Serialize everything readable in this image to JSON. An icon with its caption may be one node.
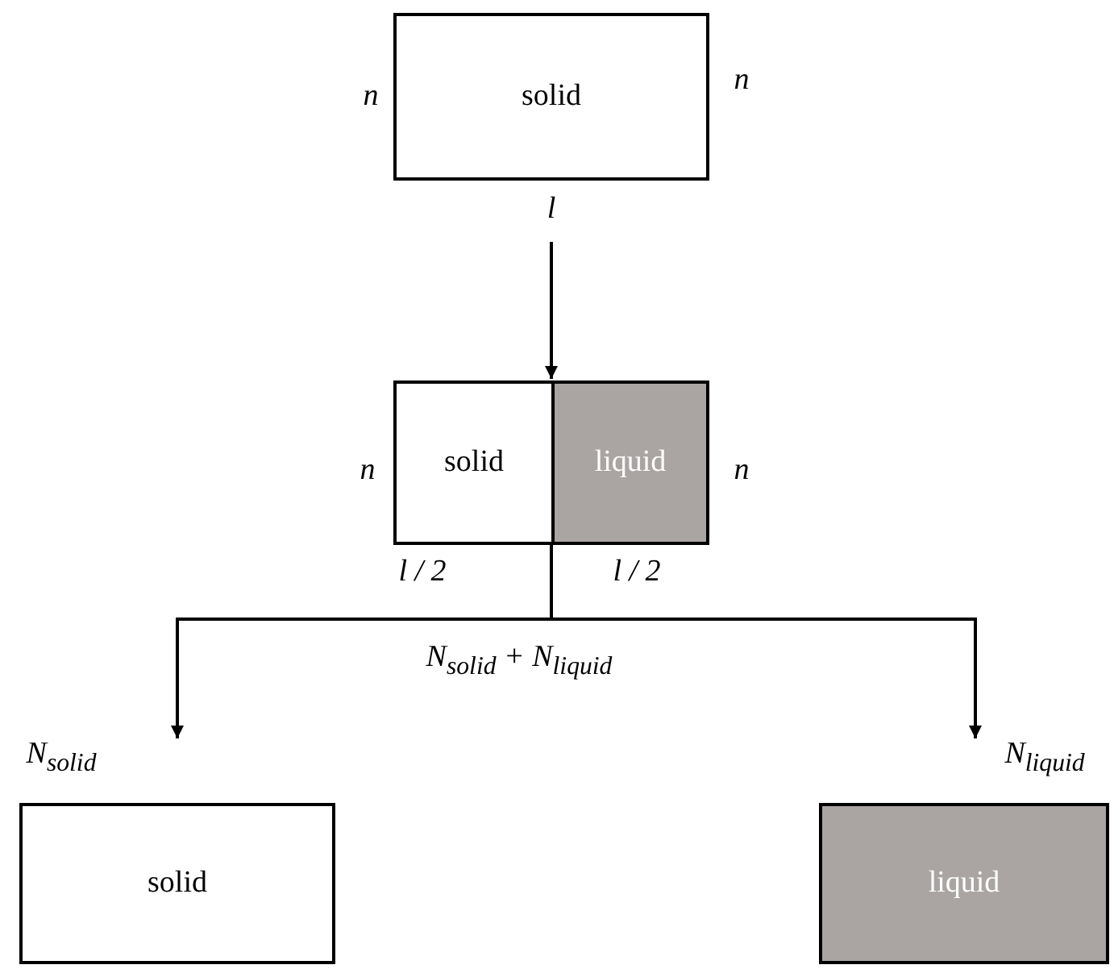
{
  "diagram": {
    "nodes": [
      {
        "text": [
          "solid"
        ],
        "beside": [
          "n",
          "n",
          "l"
        ]
      },
      {
        "text": [],
        "shape": "box",
        "beside": [
          "n",
          "n"
        ]
      },
      {
        "text": [
          "solid"
        ],
        "in": 1,
        "beside": [
          "l / 2"
        ]
      },
      {
        "text": [
          "liquid"
        ],
        "in": 1,
        "beside": [
          "l / 2"
        ]
      },
      {
        "text": [
          "solid"
        ]
      },
      {
        "text": [
          "liquid"
        ]
      }
    ],
    "edges": [
      {
        "from": 0,
        "to": 1,
        "arrow": "to"
      },
      {
        "from": 1,
        "to": 4,
        "arrow": "to",
        "label": "N$_{solid}$"
      },
      {
        "from": 1,
        "to": 5,
        "arrow": "to",
        "label": "N$_{liquid}$"
      }
    ],
    "labels": [
      "N$_{solid}$ + N$_{liquid}$"
    ]
  }
}
